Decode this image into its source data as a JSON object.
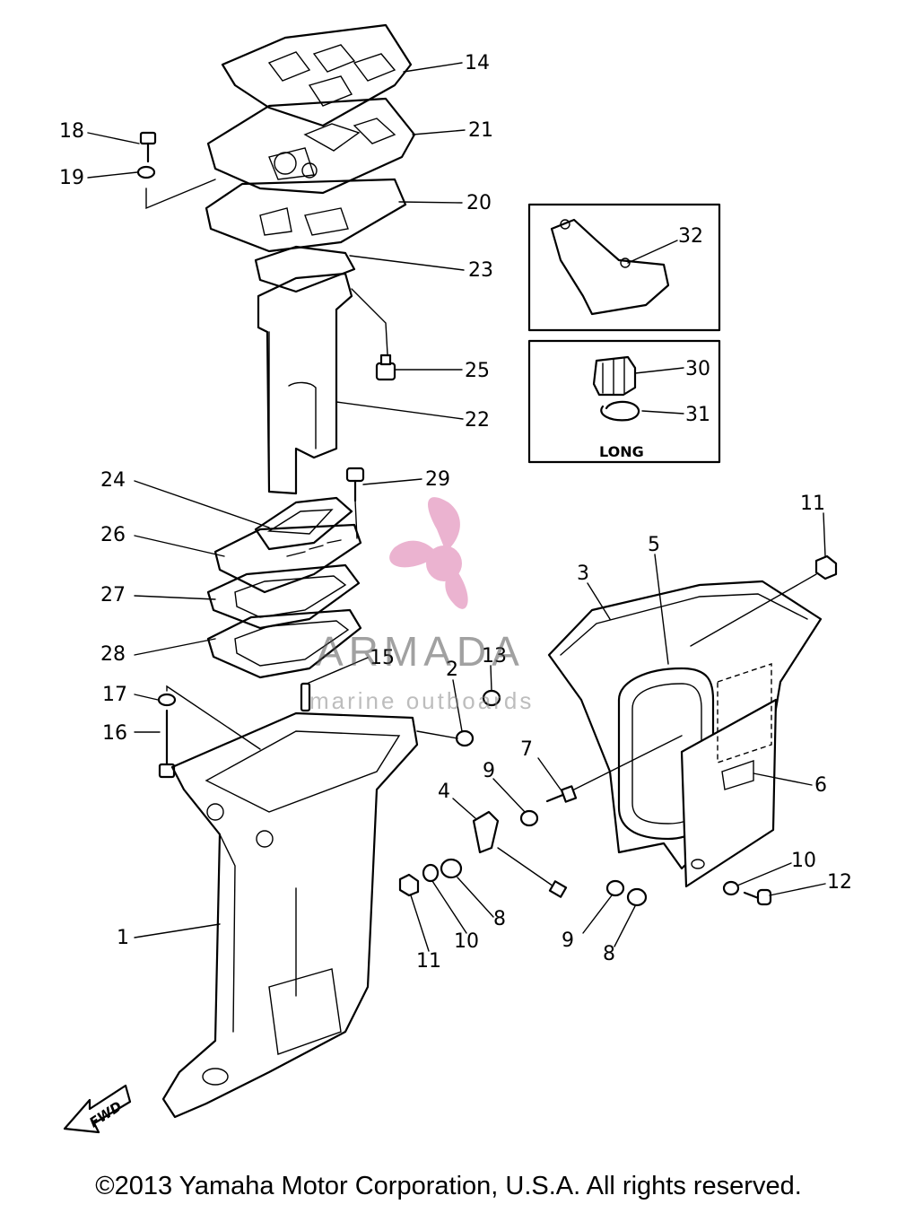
{
  "callouts": {
    "c1": "1",
    "c2": "2",
    "c3": "3",
    "c5": "5",
    "c6": "6",
    "c7": "7",
    "c4": "4",
    "c8a": "8",
    "c8b": "8",
    "c9a": "9",
    "c9b": "9",
    "c10a": "10",
    "c10b": "10",
    "c11a": "11",
    "c11b": "11",
    "c12": "12",
    "c13": "13",
    "c14": "14",
    "c15": "15",
    "c16": "16",
    "c17": "17",
    "c18": "18",
    "c19": "19",
    "c20": "20",
    "c21": "21",
    "c22": "22",
    "c23": "23",
    "c24": "24",
    "c25": "25",
    "c26": "26",
    "c27": "27",
    "c28": "28",
    "c29": "29",
    "c30": "30",
    "c31": "31",
    "c32": "32"
  },
  "inset_long_label": "LONG",
  "fwd_label": "FWD",
  "watermark": {
    "brand": "ARMADA",
    "tagline": "marine outboards",
    "logo_color": "#e8a6c8"
  },
  "copyright": "©2013 Yamaha Motor Corporation, U.S.A. All rights reserved."
}
